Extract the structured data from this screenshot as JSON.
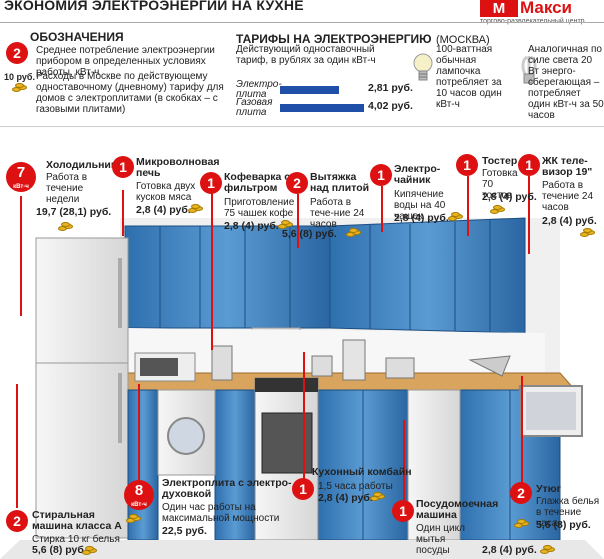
{
  "page": {
    "title": "ЭКОНОМИЯ ЭЛЕКТРОЭНЕРГИИ НА КУХНЕ"
  },
  "logo": {
    "mark": "M",
    "name": "Макси",
    "subtitle": "торгово-развлекательный центр"
  },
  "legend": {
    "heading": "ОБОЗНАЧЕНИЯ",
    "badge_value": "2",
    "consumption_text": "Среднее потребление электроэнергии прибором в определенных условиях работы, кВт-ч",
    "price_sample": "10 руб.",
    "price_text": "Расходы в Москве по действующему одноставочному (дневному) тарифу для домов с электроплитами (в скобках – с газовыми плитами)"
  },
  "tariffs": {
    "heading": "ТАРИФЫ НА ЭЛЕКТРОЭНЕРГИЮ",
    "city": "(МОСКВА)",
    "subheading": "Действующий одноставочный тариф, в рублях за один кВт-ч",
    "electric_label": "Электро-плита",
    "electric_value": "2,81 руб.",
    "electric_amount": 2.81,
    "gas_label": "Газовая плита",
    "gas_value": "4,02 руб.",
    "gas_amount": 4.02,
    "bulb_text": "100-ваттная обычная лампочка потребляет за 10 часов один кВт-ч",
    "eco_text": "Аналогичная по силе света 20 Вт энерго-сберегающая – потребляет один кВт-ч за 50 часов"
  },
  "appliances": [
    {
      "name": "Холодильник",
      "kwh": "7",
      "unit": "кВт-ч",
      "desc": "Работа в течение недели",
      "cost": "19,7 (28,1) руб."
    },
    {
      "name": "Микроволновая печь",
      "kwh": "1",
      "desc": "Готовка двух кусков мяса",
      "cost": "2,8 (4) руб."
    },
    {
      "name": "Кофеварка с фильтром",
      "kwh": "1",
      "desc": "Приготовление 75 чашек кофе",
      "cost": "2,8 (4) руб."
    },
    {
      "name": "Вытяжка над плитой",
      "kwh": "2",
      "desc": "Работа в тече-ние 24 часов",
      "cost": "5,6 (8) руб."
    },
    {
      "name": "Электро-чайник",
      "kwh": "1",
      "desc": "Кипячение воды на 40 чашек",
      "cost": "2,8 (4) руб."
    },
    {
      "name": "Тостер",
      "kwh": "1",
      "desc": "Готовка 70 тостов",
      "cost": "2,8 (4) руб."
    },
    {
      "name": "ЖК теле-визор 19\"",
      "kwh": "1",
      "desc": "Работа в течение 24 часов",
      "cost": "2,8 (4) руб."
    },
    {
      "name": "Стиральная машина класса А",
      "kwh": "2",
      "desc": "Стирка 10 кг белья",
      "cost": "5,6 (8) руб."
    },
    {
      "name": "Электроплита с электро-духовкой",
      "kwh": "8",
      "unit": "кВт-ч",
      "desc": "Один час работы на максимальной мощности",
      "cost": "22,5 руб."
    },
    {
      "name": "Кухонный комбайн",
      "kwh": "1",
      "desc": "1,5 часа работы",
      "cost": "2,8 (4) руб."
    },
    {
      "name": "Посудомоечная машина",
      "kwh": "1",
      "desc": "Один цикл мытья посуды",
      "cost": "2,8 (4) руб."
    },
    {
      "name": "Утюг",
      "kwh": "2",
      "desc": "Глажка белья в течение часа",
      "cost": "5,6 (8) руб."
    }
  ]
}
